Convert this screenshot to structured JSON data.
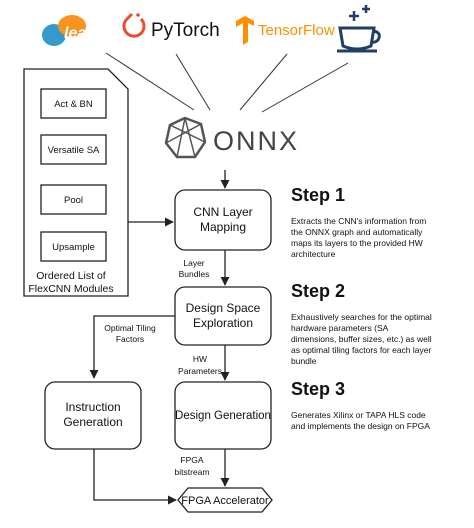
{
  "logos": {
    "sklearn": "learn",
    "pytorch": "PyTorch",
    "tensorflow": "TensorFlow",
    "onnx": "ONNX"
  },
  "modules": {
    "items": [
      "Act & BN",
      "Versatile SA",
      "Pool",
      "Upsample"
    ],
    "caption_line1": "Ordered List of",
    "caption_line2": "FlexCNN Modules"
  },
  "flow": {
    "cnn_mapping_line1": "CNN Layer",
    "cnn_mapping_line2": "Mapping",
    "dse_line1": "Design Space",
    "dse_line2": "Exploration",
    "design_generation": "Design Generation",
    "instruction_line1": "Instruction",
    "instruction_line2": "Generation",
    "fpga_accelerator": "FPGA Accelerator"
  },
  "edge_labels": {
    "layer_bundles_line1": "Layer",
    "layer_bundles_line2": "Bundles",
    "optimal_tiling_line1": "Optimal Tiling",
    "optimal_tiling_line2": "Factors",
    "hw_params_line1": "HW",
    "hw_params_line2": "Parameters",
    "fpga_bitstream_line1": "FPGA",
    "fpga_bitstream_line2": "bitstream"
  },
  "steps": [
    {
      "title": "Step 1",
      "lines": [
        "Extracts the CNN's information from",
        "the ONNX graph and automatically",
        "maps its layers to the provided HW",
        "architecture"
      ]
    },
    {
      "title": "Step 2",
      "lines": [
        "Exhaustively searches for the optimal",
        "hardware parameters (SA",
        "dimensions, buffer sizes, etc.) as well",
        "as optimal tiling factors for each layer",
        "bundle"
      ]
    },
    {
      "title": "Step 3",
      "lines": [
        "Generates Xilinx or TAPA HLS code",
        "and implements the design on FPGA"
      ]
    }
  ],
  "colors": {
    "sklearn_blue": "#3499cd",
    "sklearn_orange": "#f7931e",
    "pytorch_red": "#ee4c2c",
    "tensorflow_orange": "#ff8f00",
    "java_blue": "#1f3f66",
    "onnx_gray": "#555555"
  },
  "icons": [
    "sklearn-logo",
    "pytorch-logo",
    "tensorflow-logo",
    "java-cup-icon",
    "onnx-logo"
  ]
}
